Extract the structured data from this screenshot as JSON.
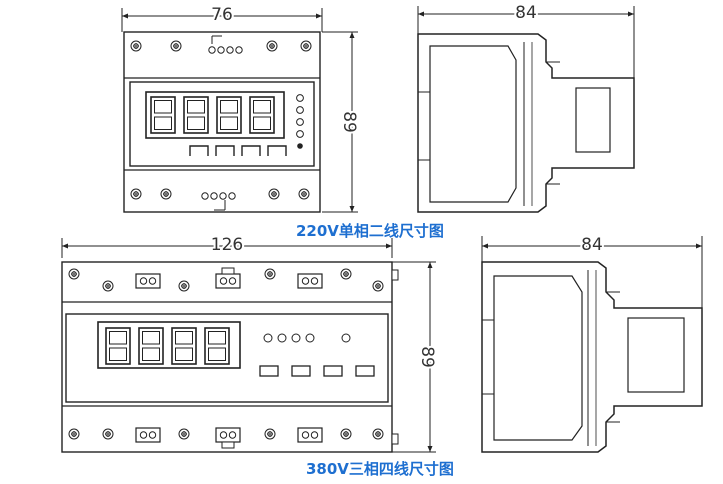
{
  "diagrams": [
    {
      "id": "single-phase",
      "caption": "220V单相二线尺寸图",
      "front_width": "76",
      "side_depth": "84",
      "height": "89",
      "display_digits": 4,
      "indicator_leds": 4,
      "buttons": 4
    },
    {
      "id": "three-phase",
      "caption": "380V三相四线尺寸图",
      "front_width": "126",
      "side_depth": "84",
      "height": "89",
      "display_digits": 4,
      "indicator_leds": 5,
      "buttons": 4
    }
  ],
  "colors": {
    "line": "#222222",
    "caption": "#1e6fd0"
  }
}
